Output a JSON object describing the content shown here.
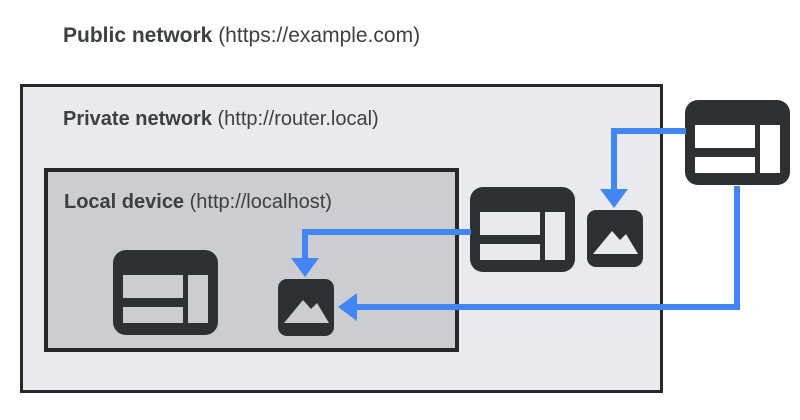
{
  "labels": {
    "public": {
      "bold": "Public network",
      "rest": " (https://example.com)"
    },
    "private": {
      "bold": "Private network",
      "rest": " (http://router.local)"
    },
    "local": {
      "bold": "Local device",
      "rest": " (http://localhost)"
    }
  },
  "icons": {
    "browser": "browser-window-icon",
    "image": "image-mountain-icon"
  },
  "arrows": [
    {
      "name": "arrow-private-browser-to-local-image",
      "from": "private-network-browser",
      "to": "local-device-image"
    },
    {
      "name": "arrow-public-browser-to-private-image",
      "from": "public-network-browser",
      "to": "private-network-image"
    },
    {
      "name": "arrow-public-browser-to-local-image",
      "from": "public-network-browser",
      "to": "local-device-image"
    }
  ],
  "colors": {
    "page_bg": "#ffffff",
    "private_bg": "#e8eaed",
    "local_bg": "#cbcdd0",
    "border": "#26282b",
    "icon_dark": "#2d3134",
    "arrow": "#4285f4",
    "text": "#3c4043",
    "hole_public": "#ffffff"
  }
}
